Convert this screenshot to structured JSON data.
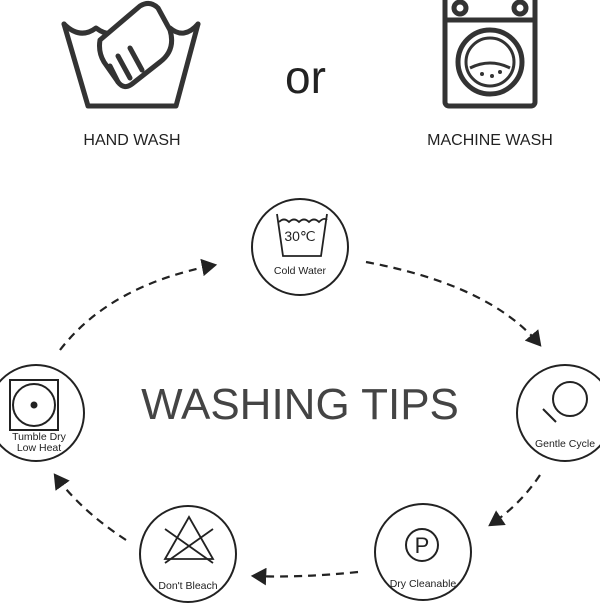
{
  "top": {
    "hand_wash_label": "HAND WASH",
    "or_label": "or",
    "machine_wash_label": "MACHINE WASH"
  },
  "title": "WASHING TIPS",
  "tips": [
    {
      "label": "Cold Water",
      "icon": "wash-tub-30c-icon",
      "temp": "30℃"
    },
    {
      "label": "Gentle Cycle",
      "icon": "gentle-cycle-icon"
    },
    {
      "label": "Dry Cleanable",
      "icon": "dry-clean-p-icon",
      "letter": "P"
    },
    {
      "label": "Don't Bleach",
      "icon": "no-bleach-icon"
    },
    {
      "label_line1": "Tumble Dry",
      "label_line2": "Low Heat",
      "icon": "tumble-dry-low-icon"
    }
  ]
}
